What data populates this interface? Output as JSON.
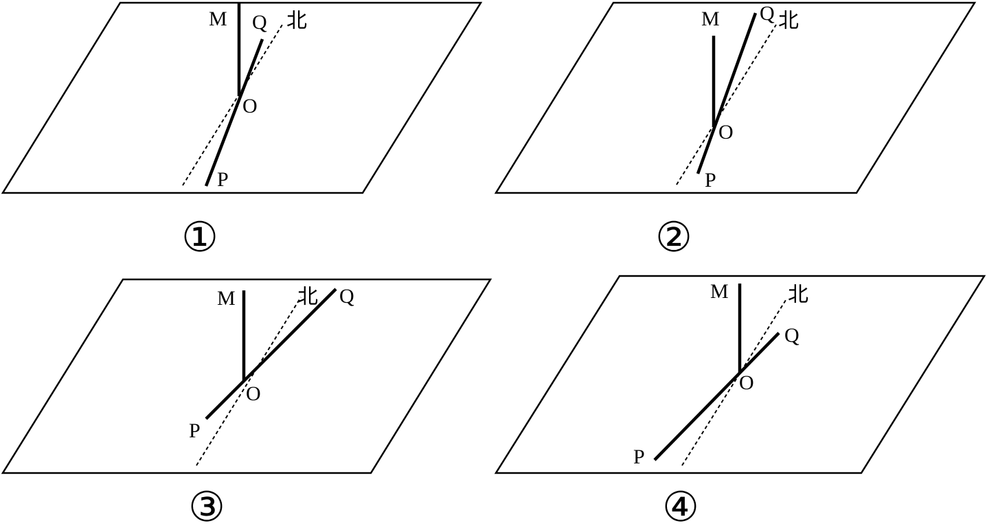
{
  "labels": {
    "m": "M",
    "q": "Q",
    "o": "O",
    "p": "P",
    "north": "北"
  },
  "panels": [
    {
      "number": "①"
    },
    {
      "number": "②"
    },
    {
      "number": "③"
    },
    {
      "number": "④"
    }
  ]
}
